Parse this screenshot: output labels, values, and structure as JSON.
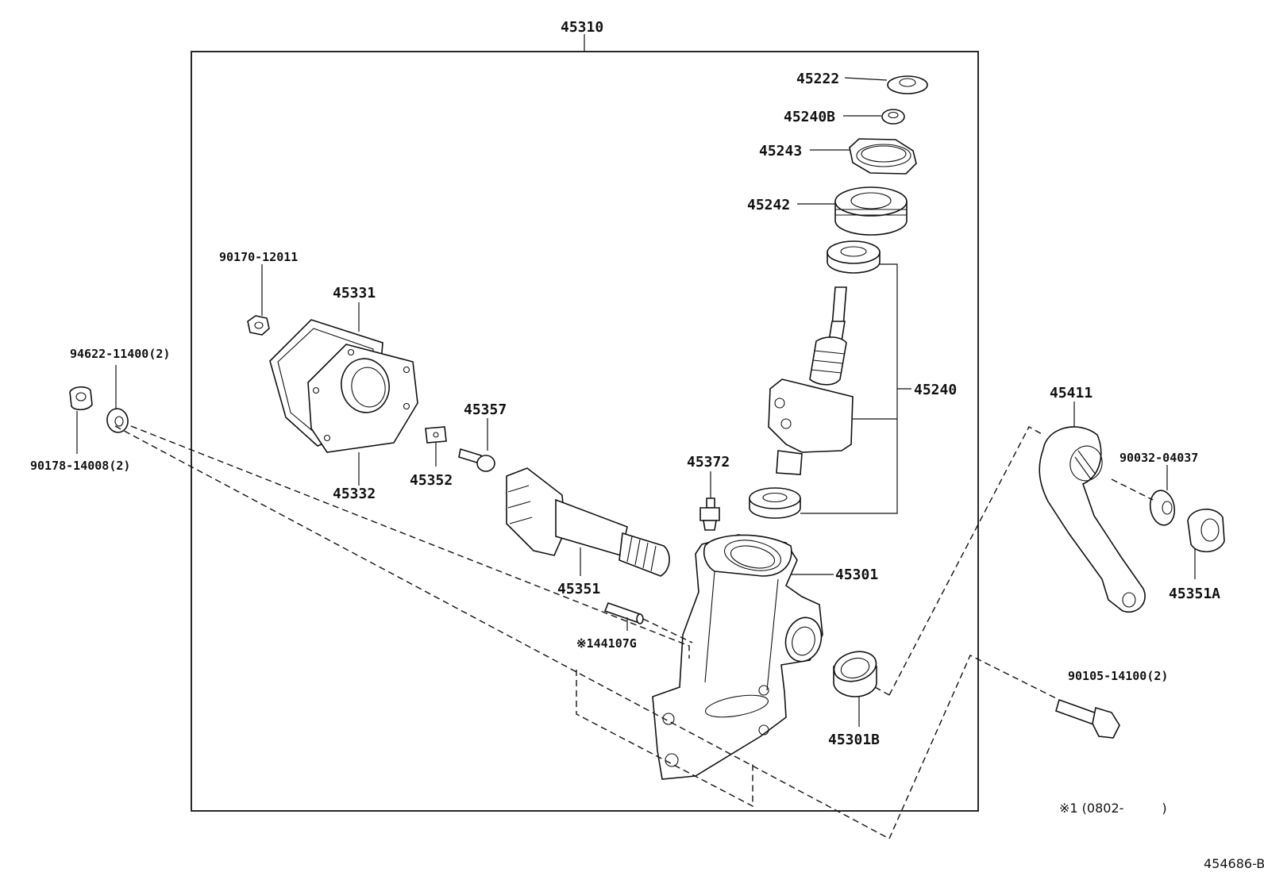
{
  "diagram_id": "454686-B",
  "footnote": "※1 (0802-   )",
  "assembly_label": "45310",
  "parts": {
    "p45222": "45222",
    "p45240B": "45240B",
    "p45243": "45243",
    "p45242": "45242",
    "p45240": "45240",
    "p90170_12011": "90170-12011",
    "p45331": "45331",
    "p45332": "45332",
    "p45352": "45352",
    "p45357": "45357",
    "p45351": "45351",
    "p45372": "45372",
    "p45301": "45301",
    "p144107G": "※144107G",
    "p45301B": "45301B",
    "p94622_11400": "94622-11400(2)",
    "p90178_14008": "90178-14008(2)",
    "p45411": "45411",
    "p90032_04037": "90032-04037",
    "p45351A": "45351A",
    "p90105_14100": "90105-14100(2)"
  }
}
